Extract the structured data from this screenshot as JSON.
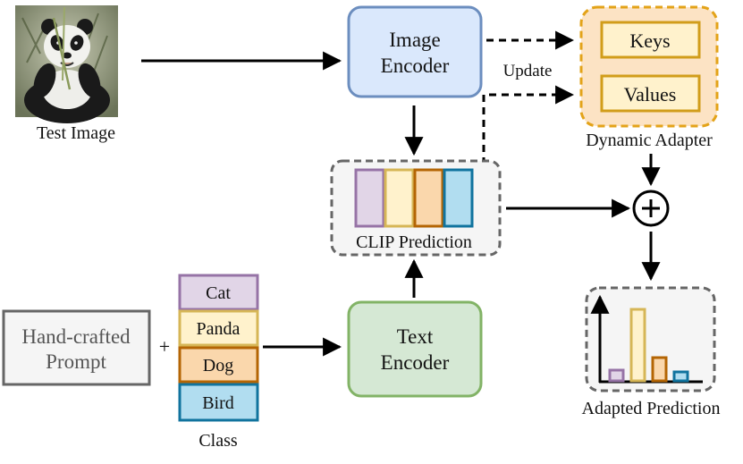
{
  "test_image": {
    "caption": "Test Image",
    "subject": "panda-photo"
  },
  "image_encoder": {
    "line1": "Image",
    "line2": "Encoder"
  },
  "text_encoder": {
    "line1": "Text",
    "line2": "Encoder"
  },
  "adapter": {
    "keys": "Keys",
    "values": "Values",
    "caption": "Dynamic Adapter"
  },
  "update_label": "Update",
  "clip": {
    "caption": "CLIP Prediction"
  },
  "prompt": {
    "line1": "Hand-crafted",
    "line2": "Prompt"
  },
  "plus_sign": "+",
  "classes": {
    "items": [
      "Cat",
      "Panda",
      "Dog",
      "Bird"
    ],
    "caption": "Class"
  },
  "adapted": {
    "caption": "Adapted Prediction"
  },
  "combine_icon": "circled-plus",
  "colors": {
    "image_encoder_fill": "#dae8fc",
    "image_encoder_stroke": "#6c8ebf",
    "text_encoder_fill": "#d5e8d4",
    "text_encoder_stroke": "#82b366",
    "adapter_fill": "#fce3c4",
    "adapter_stroke": "#e3a319",
    "purple": "#e1d5e7",
    "purple_stroke": "#9673a6",
    "yellow": "#fff2cc",
    "yellow_stroke": "#d6b656",
    "orange": "#fad7ac",
    "orange_stroke": "#b46504",
    "blue": "#b1ddf0",
    "blue_stroke": "#10739e"
  }
}
